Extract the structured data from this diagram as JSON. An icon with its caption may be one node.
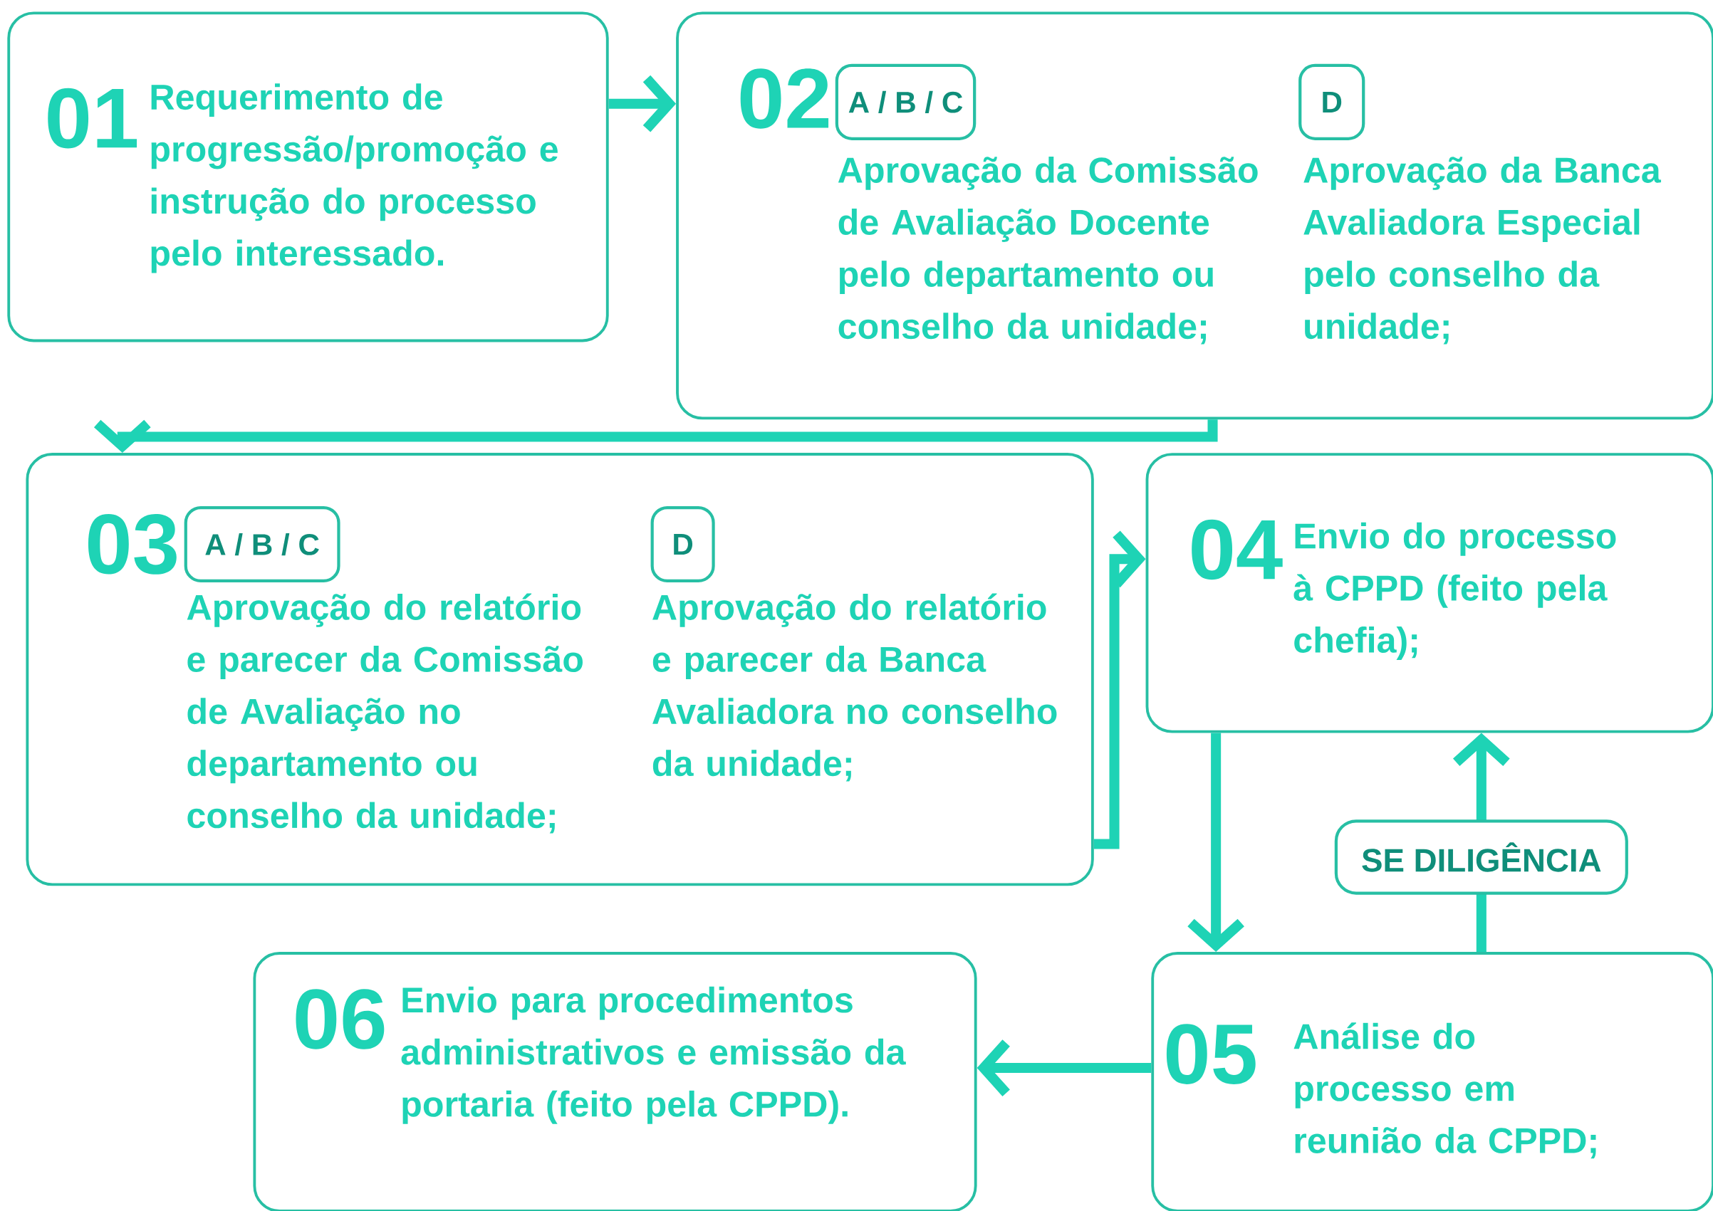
{
  "diagram": {
    "nodes": [
      {
        "text": [
          "01",
          "Requerimento de progressão/promoção e instrução do processo pelo interessado."
        ]
      },
      {
        "text": [
          "02",
          "Aprovação da Comissão de Avaliação Docente pelo departamento ou conselho da unidade;",
          "Aprovação da Banca Avaliadora Especial pelo conselho da unidade;"
        ]
      },
      {
        "text": [
          "A / B / C"
        ],
        "in": 1
      },
      {
        "text": [
          "D"
        ],
        "in": 1
      },
      {
        "text": [
          "03",
          "Aprovação do relatório e parecer da Comissão de Avaliação no departamento ou conselho da unidade;",
          "Aprovação do relatório e parecer da Banca Avaliadora no conselho da unidade;"
        ]
      },
      {
        "text": [
          "A / B / C"
        ],
        "in": 4
      },
      {
        "text": [
          "D"
        ],
        "in": 4
      },
      {
        "text": [
          "04",
          "Envio do processo à CPPD (feito pela chefia);"
        ]
      },
      {
        "text": [
          "05",
          "Análise do processo em reunião da CPPD;"
        ]
      },
      {
        "text": [
          "06",
          "Envio para procedimentos administrativos e emissão da portaria (feito pela CPPD)."
        ]
      }
    ],
    "edges": [
      {
        "from": 0,
        "to": 1,
        "arrow": "to"
      },
      {
        "from": 1,
        "to": 4,
        "arrow": "to"
      },
      {
        "from": 4,
        "to": 7,
        "arrow": "to"
      },
      {
        "from": 7,
        "to": 8,
        "arrow": "to"
      },
      {
        "from": 8,
        "to": 7,
        "arrow": "to",
        "label": "SE DILIGÊNCIA"
      },
      {
        "from": 8,
        "to": 9,
        "arrow": "to"
      }
    ]
  }
}
